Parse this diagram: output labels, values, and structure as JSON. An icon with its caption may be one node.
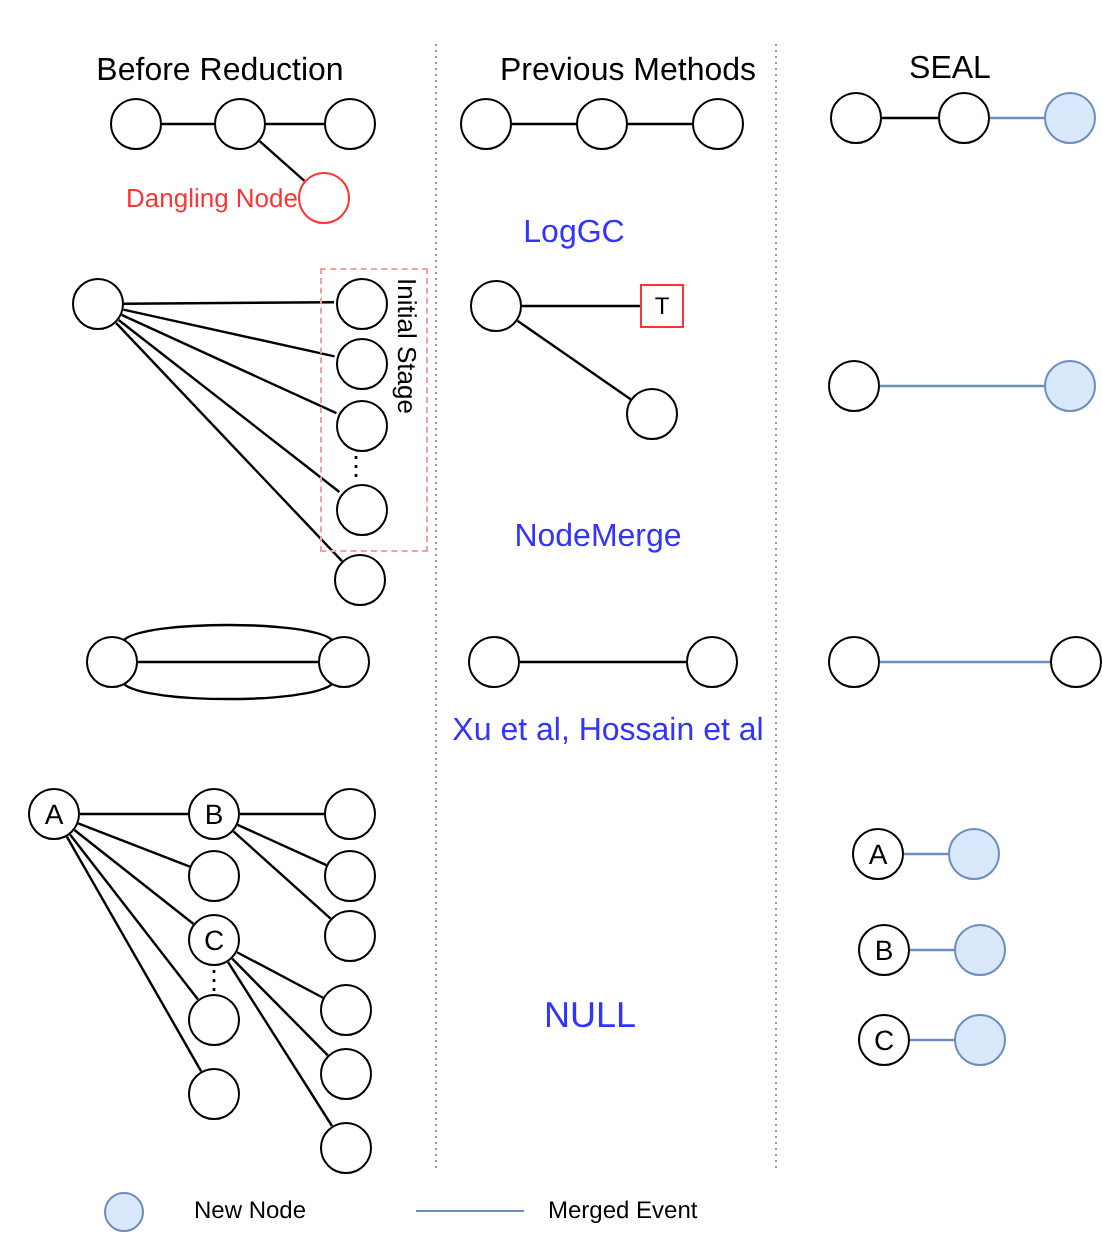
{
  "diagram": {
    "nodes": [
      {
        "text": [],
        "shape": "circle"
      },
      {
        "text": [],
        "shape": "circle"
      },
      {
        "text": [],
        "shape": "circle"
      },
      {
        "text": [],
        "shape": "circle",
        "beside": [
          "Dangling Node"
        ]
      },
      {
        "text": [],
        "shape": "circle"
      },
      {
        "text": [],
        "shape": "circle"
      },
      {
        "text": [],
        "shape": "circle"
      },
      {
        "text": [],
        "shape": "circle"
      },
      {
        "text": [],
        "shape": "circle"
      },
      {
        "text": [],
        "shape": "circle"
      },
      {
        "text": [],
        "shape": "circle"
      },
      {
        "text": [
          "Initial Stage"
        ]
      },
      {
        "text": [],
        "shape": "circle",
        "in": 11
      },
      {
        "text": [],
        "shape": "circle",
        "in": 11
      },
      {
        "text": [],
        "shape": "circle",
        "in": 11
      },
      {
        "text": [],
        "shape": "circle",
        "in": 11
      },
      {
        "text": [],
        "shape": "circle"
      },
      {
        "text": [],
        "shape": "circle"
      },
      {
        "text": [
          "T"
        ]
      },
      {
        "text": [],
        "shape": "circle"
      },
      {
        "text": [],
        "shape": "circle"
      },
      {
        "text": [],
        "shape": "circle"
      },
      {
        "text": [],
        "shape": "circle"
      },
      {
        "text": [],
        "shape": "circle"
      },
      {
        "text": [],
        "shape": "circle"
      },
      {
        "text": [],
        "shape": "circle"
      },
      {
        "text": [],
        "shape": "circle"
      },
      {
        "text": [],
        "shape": "circle"
      },
      {
        "text": [
          "A"
        ]
      },
      {
        "text": [
          "B"
        ]
      },
      {
        "text": [],
        "shape": "circle"
      },
      {
        "text": [
          "C"
        ]
      },
      {
        "text": [],
        "shape": "circle"
      },
      {
        "text": [],
        "shape": "circle"
      },
      {
        "text": [],
        "shape": "circle"
      },
      {
        "text": [],
        "shape": "circle"
      },
      {
        "text": [],
        "shape": "circle"
      },
      {
        "text": [],
        "shape": "circle"
      },
      {
        "text": [],
        "shape": "circle"
      },
      {
        "text": [],
        "shape": "circle"
      },
      {
        "text": [
          "A"
        ]
      },
      {
        "text": [],
        "shape": "circle"
      },
      {
        "text": [
          "B"
        ]
      },
      {
        "text": [],
        "shape": "circle"
      },
      {
        "text": [
          "C"
        ]
      },
      {
        "text": [],
        "shape": "circle"
      }
    ],
    "edges": [
      {
        "from": 0,
        "to": 1,
        "arrow": "none"
      },
      {
        "from": 1,
        "to": 2,
        "arrow": "none"
      },
      {
        "from": 1,
        "to": 3,
        "arrow": "none"
      },
      {
        "from": 4,
        "to": 5,
        "arrow": "none"
      },
      {
        "from": 5,
        "to": 6,
        "arrow": "none"
      },
      {
        "from": 7,
        "to": 8,
        "arrow": "none"
      },
      {
        "from": 8,
        "to": 9,
        "arrow": "none",
        "color": "#6c8ebf"
      },
      {
        "from": 10,
        "to": 12,
        "arrow": "none"
      },
      {
        "from": 10,
        "to": 13,
        "arrow": "none"
      },
      {
        "from": 10,
        "to": 14,
        "arrow": "none"
      },
      {
        "from": 10,
        "to": 15,
        "arrow": "none"
      },
      {
        "from": 10,
        "to": 16,
        "arrow": "none"
      },
      {
        "from": 17,
        "to": 18,
        "arrow": "none"
      },
      {
        "from": 17,
        "to": 19,
        "arrow": "none"
      },
      {
        "from": 20,
        "to": 21,
        "arrow": "none",
        "color": "#6c8ebf"
      },
      {
        "from": 22,
        "to": 23,
        "arrow": "none"
      },
      {
        "from": 22,
        "to": 23,
        "arrow": "none"
      },
      {
        "from": 22,
        "to": 23,
        "arrow": "none"
      },
      {
        "from": 24,
        "to": 25,
        "arrow": "none"
      },
      {
        "from": 26,
        "to": 27,
        "arrow": "none",
        "color": "#6c8ebf"
      },
      {
        "from": 28,
        "to": 29,
        "arrow": "none"
      },
      {
        "from": 28,
        "to": 30,
        "arrow": "none"
      },
      {
        "from": 28,
        "to": 31,
        "arrow": "none"
      },
      {
        "from": 28,
        "to": 32,
        "arrow": "none"
      },
      {
        "from": 28,
        "to": 33,
        "arrow": "none"
      },
      {
        "from": 29,
        "to": 34,
        "arrow": "none"
      },
      {
        "from": 29,
        "to": 35,
        "arrow": "none"
      },
      {
        "from": 29,
        "to": 36,
        "arrow": "none"
      },
      {
        "from": 31,
        "to": 37,
        "arrow": "none"
      },
      {
        "from": 31,
        "to": 38,
        "arrow": "none"
      },
      {
        "from": 31,
        "to": 39,
        "arrow": "none"
      },
      {
        "from": 40,
        "to": 41,
        "arrow": "none",
        "color": "#6c8ebf"
      },
      {
        "from": 42,
        "to": 43,
        "arrow": "none",
        "color": "#6c8ebf"
      },
      {
        "from": 44,
        "to": 45,
        "arrow": "none",
        "color": "#6c8ebf"
      }
    ],
    "labels": [
      "Before Reduction",
      "Previous Methods",
      "SEAL",
      "LogGC",
      "⋮",
      "NodeMerge",
      "Xu et al, Hossain et al",
      "⋮",
      "NULL"
    ],
    "legend": [
      {
        "text": "New Node",
        "color": "#dae8fc"
      },
      {
        "text": "Merged Event"
      }
    ]
  }
}
